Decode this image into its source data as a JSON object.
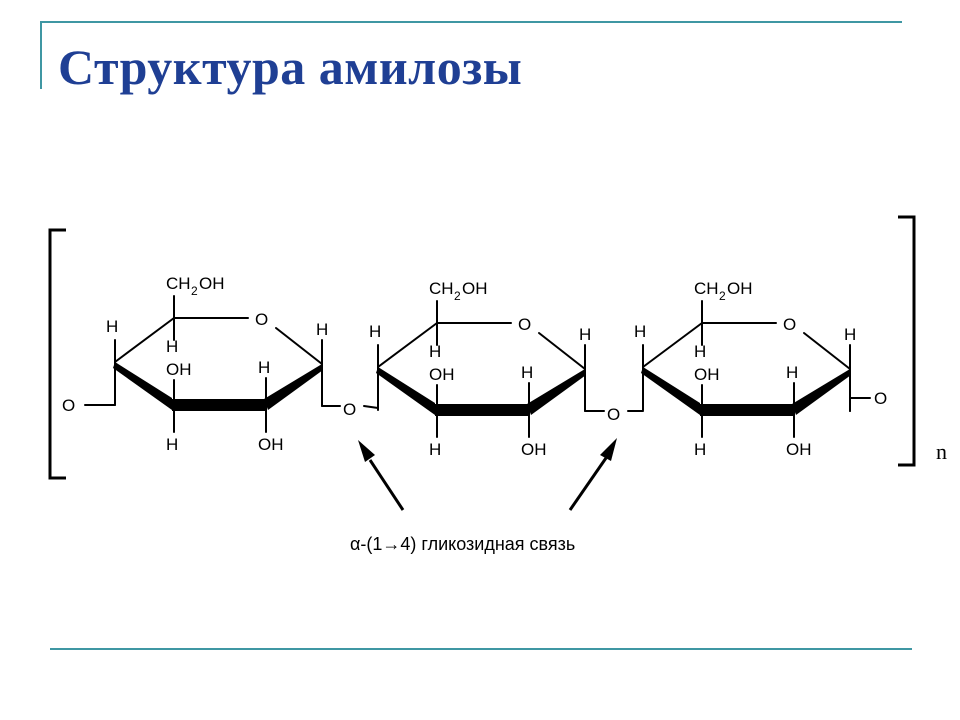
{
  "slide": {
    "title": "Структура амилозы",
    "accent_color": "#1f3f94",
    "rule_color": "#3f97a3"
  },
  "diagram": {
    "atoms": {
      "ch2": "CH",
      "two": "2",
      "oh": "OH",
      "h": "H",
      "o": "O"
    },
    "repeat_label": "n",
    "caption": "α-(1→4) гликозидная связь"
  }
}
